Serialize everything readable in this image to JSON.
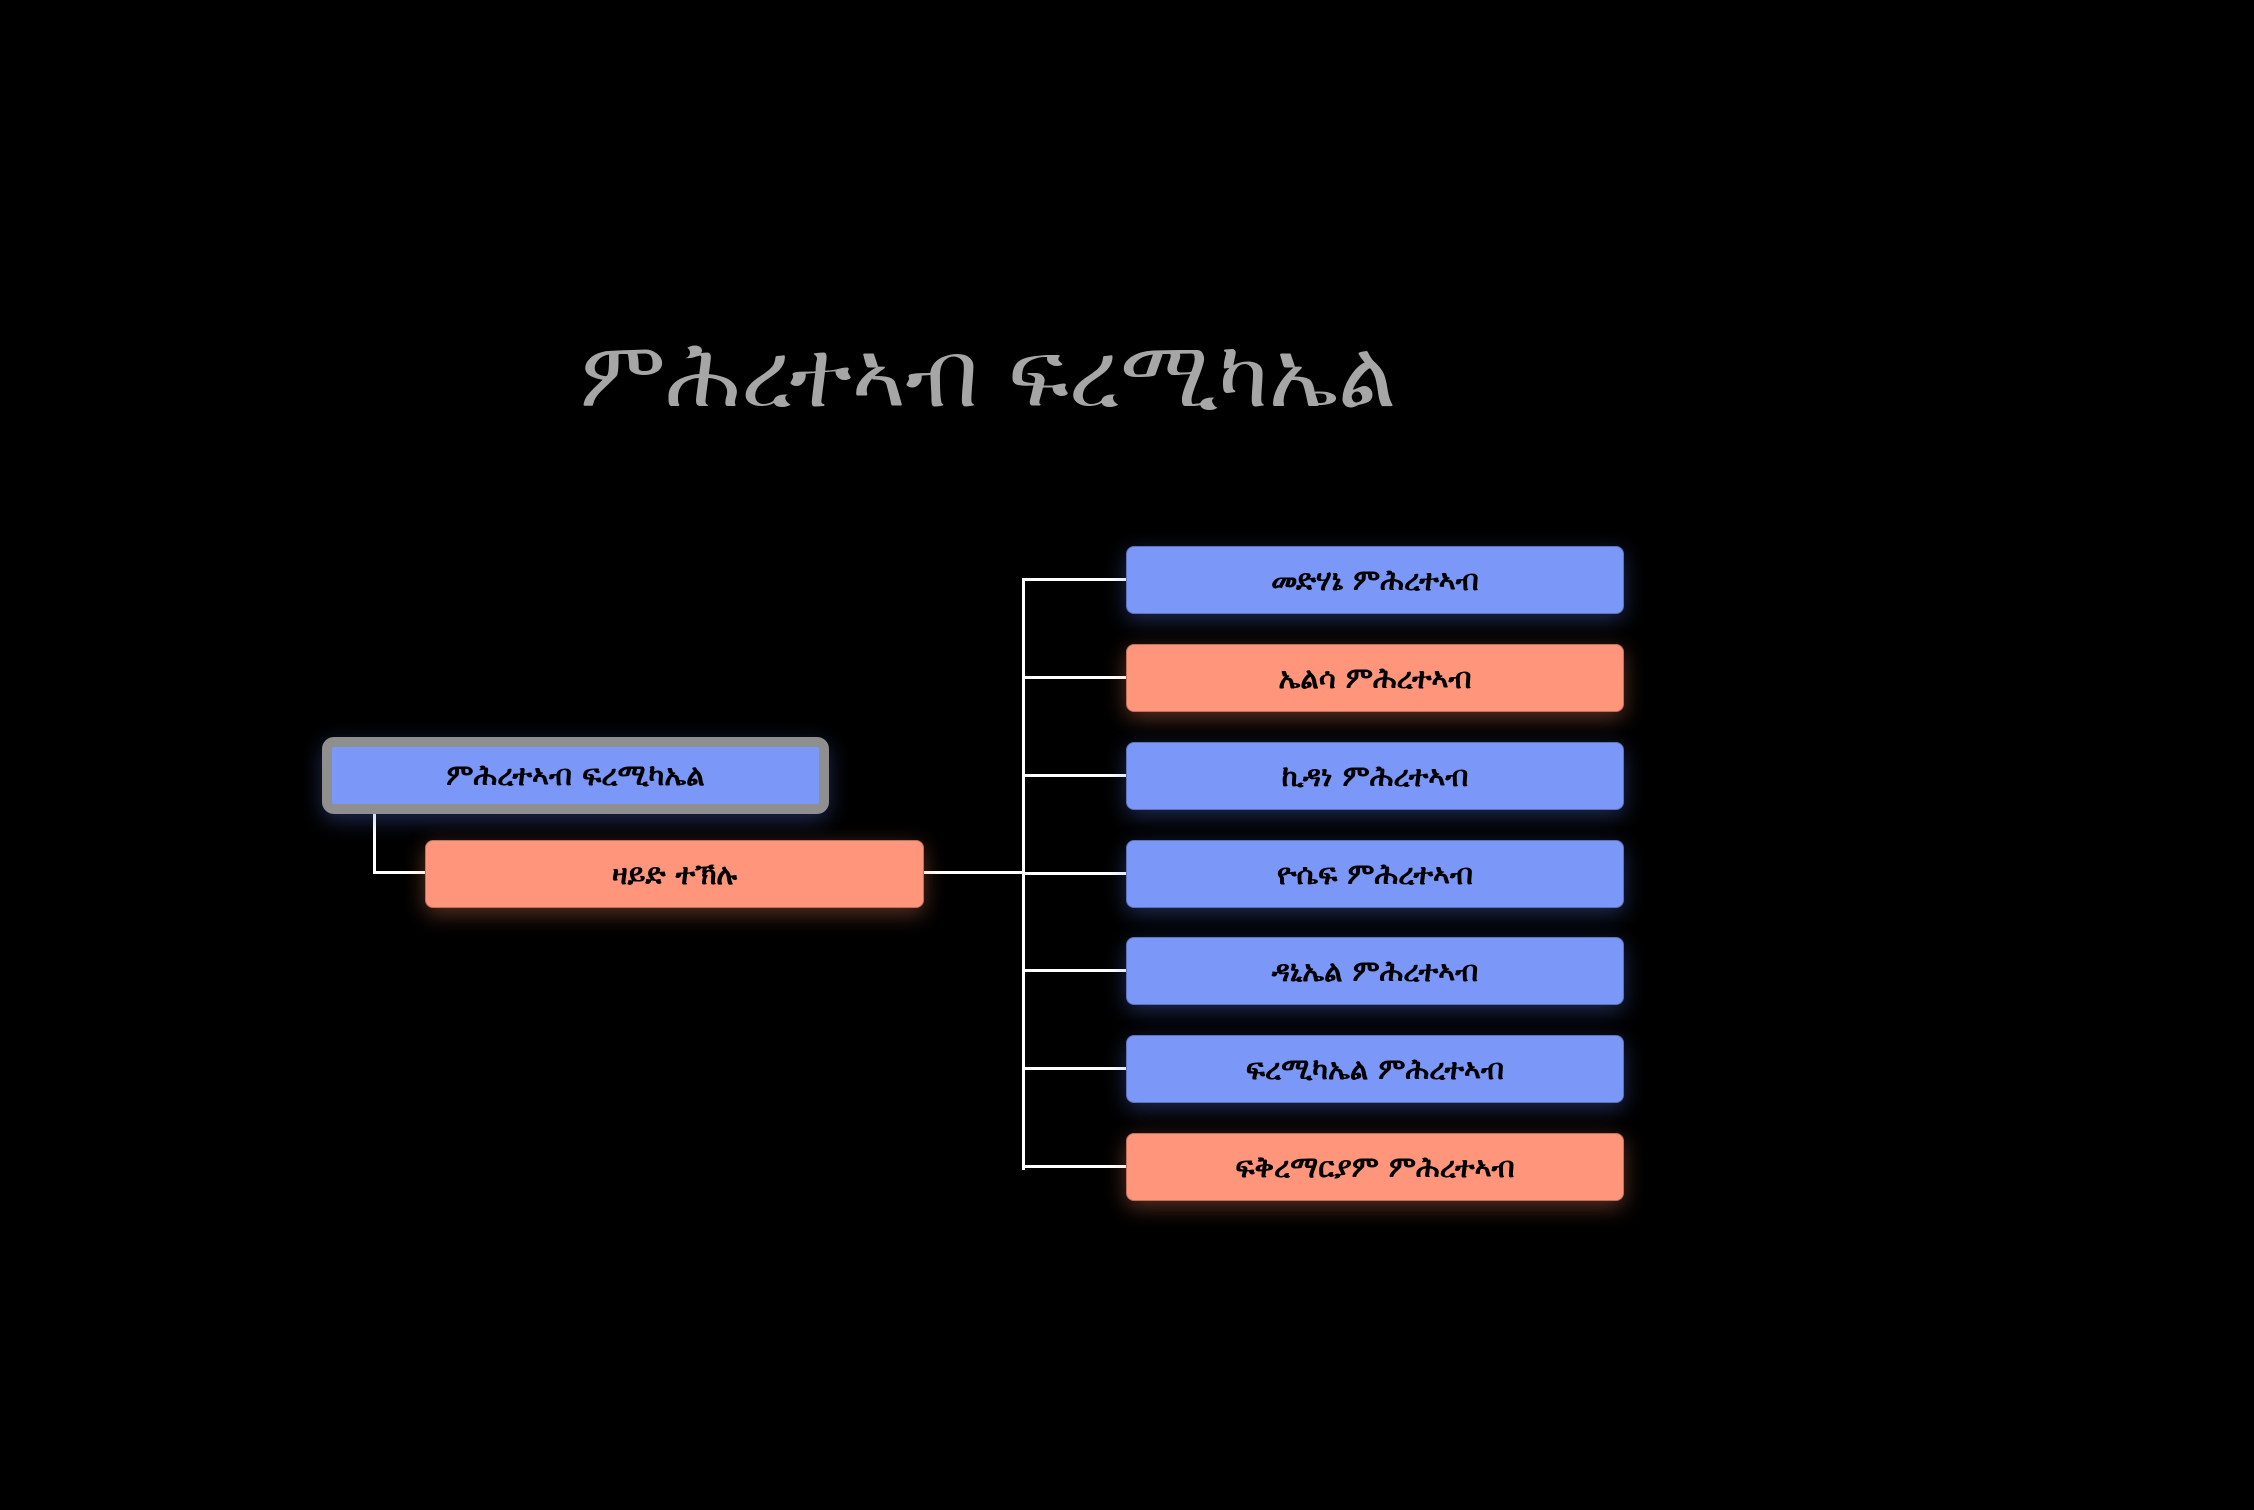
{
  "title": "ምሕረተኣብ ፍረሚካኤል",
  "root": {
    "label": "ምሕረተኣብ ፍረሚካኤል"
  },
  "spouse": {
    "label": "ዛይድ ተኽሉ"
  },
  "children": [
    {
      "label": "መድሃኔ ምሕረተኣብ",
      "color": "blue"
    },
    {
      "label": "ኤልሳ ምሕረተኣብ",
      "color": "salmon"
    },
    {
      "label": "ኪዳነ ምሕረተኣብ",
      "color": "blue"
    },
    {
      "label": "ዮሴፍ ምሕረተኣብ",
      "color": "blue"
    },
    {
      "label": "ዳኒኤል ምሕረተኣብ",
      "color": "blue"
    },
    {
      "label": "ፍረሚካኤል ምሕረተኣብ",
      "color": "blue"
    },
    {
      "label": "ፍቅረማርያም ምሕረተኣብ",
      "color": "salmon"
    }
  ],
  "colors": {
    "blue": "#7b98f9",
    "salmon": "#ff967c",
    "title": "#a6a6a6",
    "background": "#000000"
  }
}
